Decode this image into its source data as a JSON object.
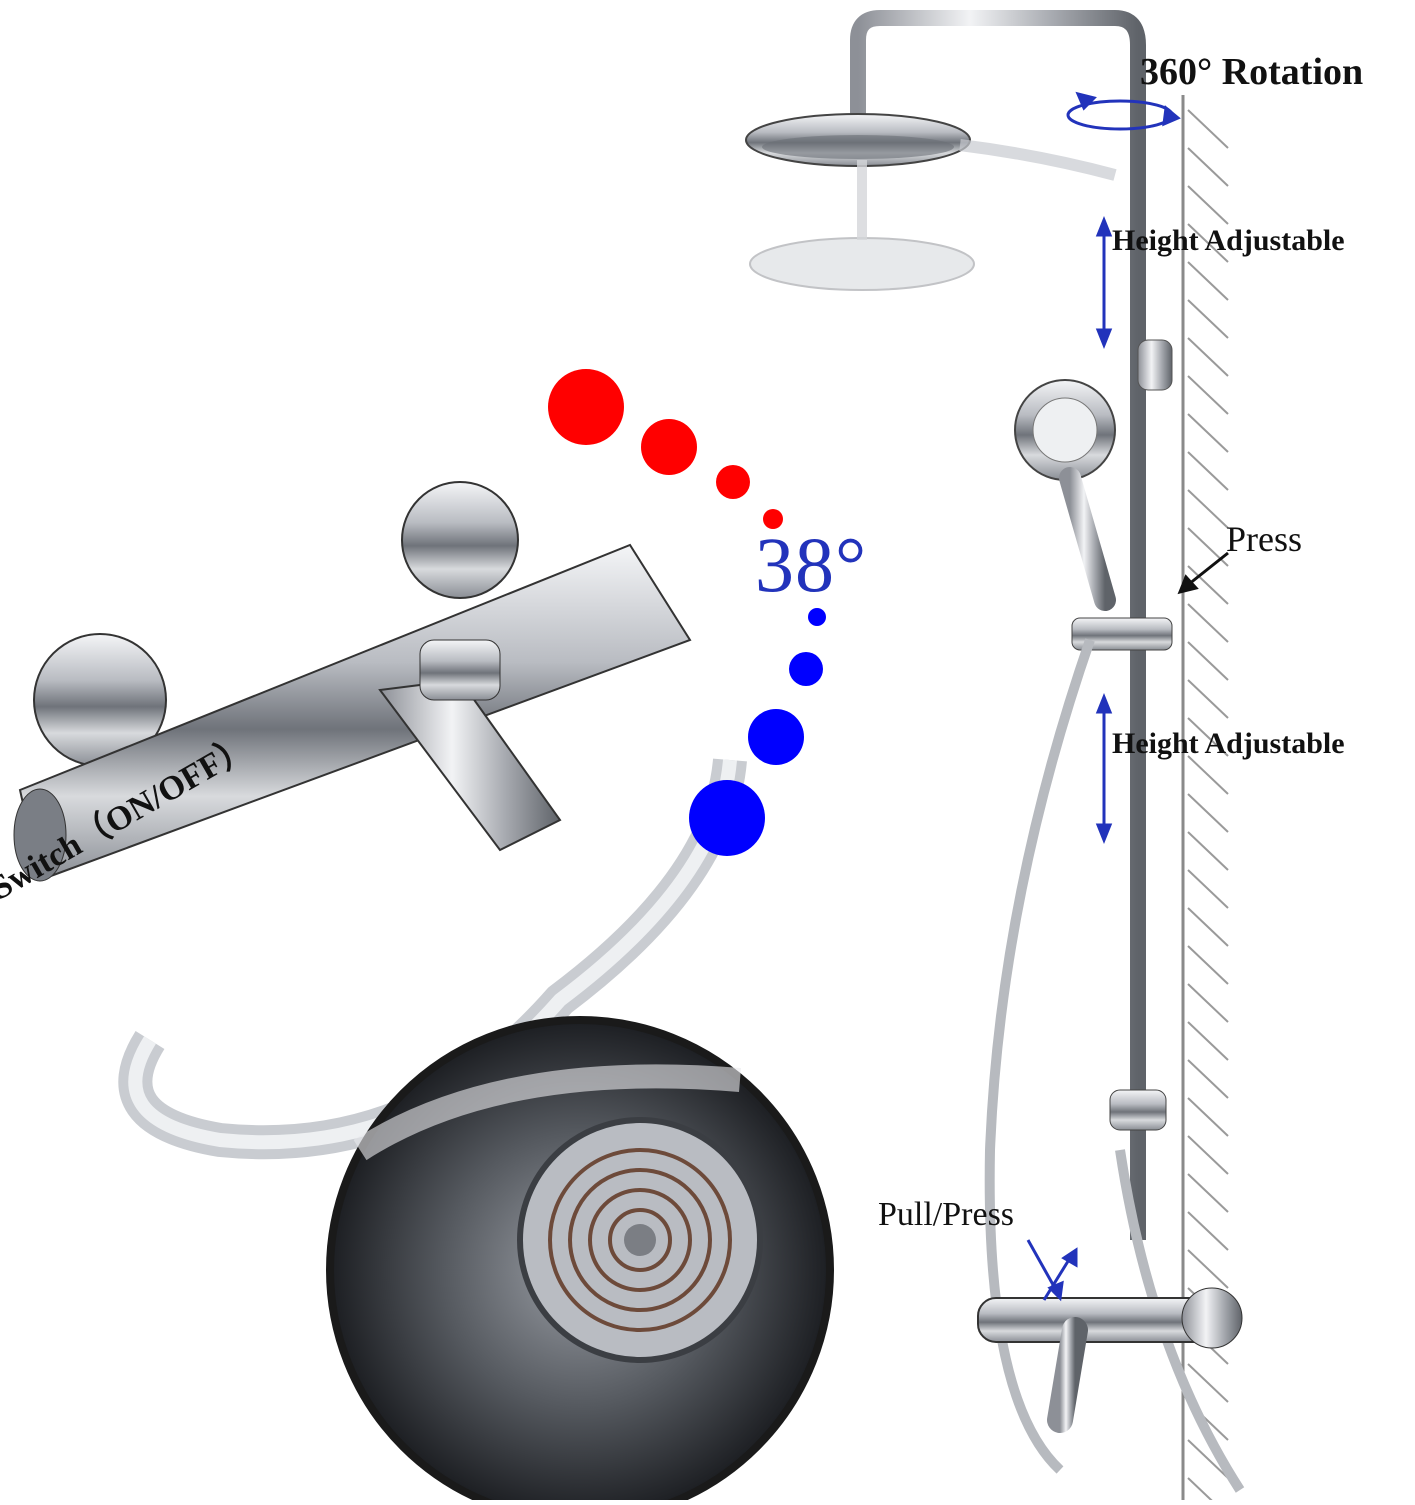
{
  "labels": {
    "rotation": "360° Rotation",
    "height_upper": "Height Adjustable",
    "height_lower": "Height Adjustable",
    "press": "Press",
    "pull_press": "Pull/Press",
    "temperature": "38°",
    "switch": "Switch（ON/OFF）"
  },
  "colors": {
    "hot": "#ff0000",
    "cold": "#0000ff",
    "arrow": "#2233bb",
    "chrome": "#c9ccd1"
  },
  "icons": [
    "rotation-arrow-icon",
    "height-arrow-icon",
    "press-arrow-icon",
    "pull-press-arrow-icon"
  ]
}
